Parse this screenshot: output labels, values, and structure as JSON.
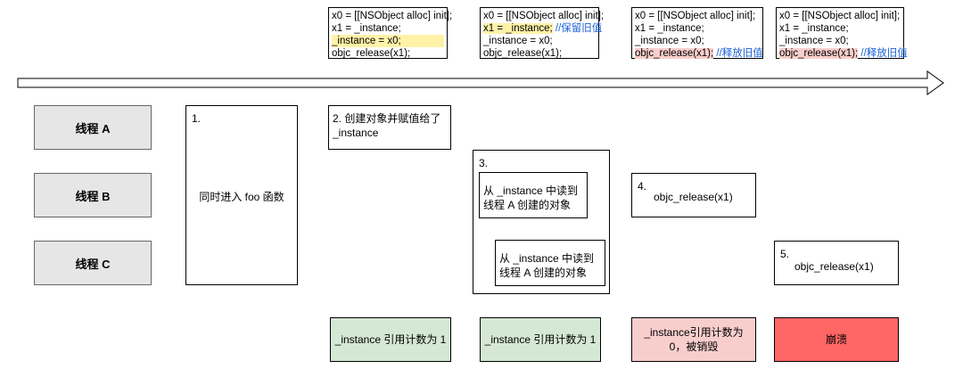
{
  "code_boxes": [
    {
      "lines": [
        {
          "text": "x0 = [[NSObject alloc] init];"
        },
        {
          "text": "x1 = _instance;"
        },
        {
          "text": "_instance = x0;",
          "highlight": "yellow"
        },
        {
          "text": "objc_release(x1);"
        }
      ]
    },
    {
      "lines": [
        {
          "text": "x0 = [[NSObject alloc] init];"
        },
        {
          "text": "x1 = _instance;",
          "highlight": "yellow",
          "comment": "//保留旧值"
        },
        {
          "text": "_instance = x0;"
        },
        {
          "text": "objc_release(x1);"
        }
      ]
    },
    {
      "lines": [
        {
          "text": "x0 = [[NSObject alloc] init];"
        },
        {
          "text": "x1 = _instance;"
        },
        {
          "text": "_instance = x0;"
        },
        {
          "text": "objc_release(x1);",
          "highlight": "red",
          "comment": "//释放旧值"
        }
      ]
    },
    {
      "lines": [
        {
          "text": "x0 = [[NSObject alloc] init];"
        },
        {
          "text": "x1 = _instance;"
        },
        {
          "text": "_instance = x0;"
        },
        {
          "text": "objc_release(x1);",
          "highlight": "red",
          "comment": "//释放旧值"
        }
      ]
    }
  ],
  "threads": {
    "a": "线程 A",
    "b": "线程 B",
    "c": "线程 C"
  },
  "steps": {
    "s1": {
      "num": "1.",
      "text": "同时进入 foo 函数"
    },
    "s2": {
      "text": "2. 创建对象并赋值给了 _instance"
    },
    "s3": {
      "num": "3.",
      "sub1": "从 _instance 中读到线程 A 创建的对象",
      "sub2": "从 _instance 中读到线程 A 创建的对象"
    },
    "s4": {
      "num": "4.",
      "text": "objc_release(x1)"
    },
    "s5": {
      "num": "5.",
      "text": "objc_release(x1)"
    }
  },
  "statuses": [
    {
      "text": "_instance 引用计数为 1",
      "color": "#d5e8d4"
    },
    {
      "text": "_instance 引用计数为 1",
      "color": "#d5e8d4"
    },
    {
      "text": "_instance引用计数为 0，被销毁",
      "color": "#f8cecc"
    },
    {
      "text": "崩溃",
      "color": "#ff6666"
    }
  ],
  "colors": {
    "highlight_yellow": "#fff2a8",
    "highlight_red": "#f8cecc",
    "comment": "#1a5fd6",
    "thread_fill": "#e6e6e6"
  }
}
